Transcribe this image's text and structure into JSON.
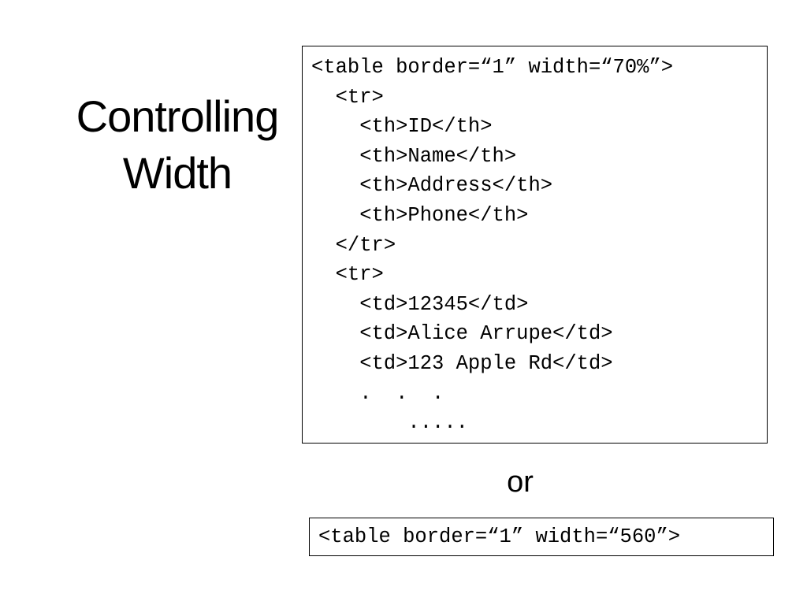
{
  "slide": {
    "title_line1": "Controlling",
    "title_line2": "Width",
    "code_main": [
      "<table border=“1” width=“70%”>",
      "  <tr>",
      "    <th>ID</th>",
      "    <th>Name</th>",
      "    <th>Address</th>",
      "    <th>Phone</th>",
      "  </tr>",
      "  <tr>",
      "    <td>12345</td>",
      "    <td>Alice Arrupe</td>",
      "    <td>123 Apple Rd</td>",
      "    .  .  .",
      "        ....."
    ],
    "or_text": "or",
    "code_alt": "<table border=“1” width=“560”>"
  }
}
